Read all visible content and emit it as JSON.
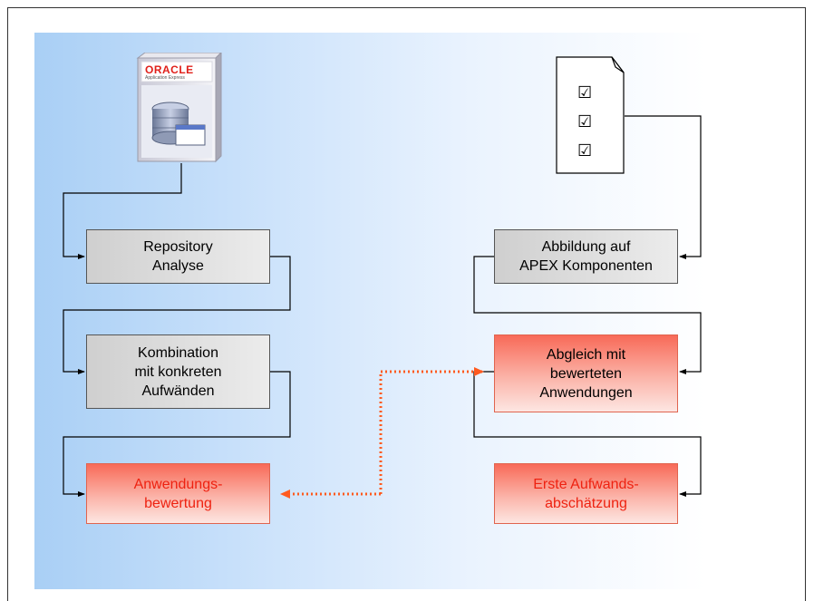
{
  "diagram": {
    "boxes": {
      "repository_analyse": "Repository\nAnalyse",
      "kombination": "Kombination\nmit konkreten\nAufwänden",
      "anwendungsbewertung": "Anwendungs-\nbewertung",
      "abbildung": "Abbildung auf\nAPEX Komponenten",
      "abgleich": "Abgleich mit\nbewerteten\nAnwendungen",
      "erste_aufwand": "Erste Aufwands-\nabschätzung"
    },
    "oracle_logo": {
      "brand": "ORACLE",
      "product": "Application Express"
    },
    "checklist": {
      "mark": "☑",
      "count": 3
    },
    "colors": {
      "connector": "#000000",
      "dotted_link": "#ff5a1f",
      "red_text": "#ee2211"
    }
  }
}
